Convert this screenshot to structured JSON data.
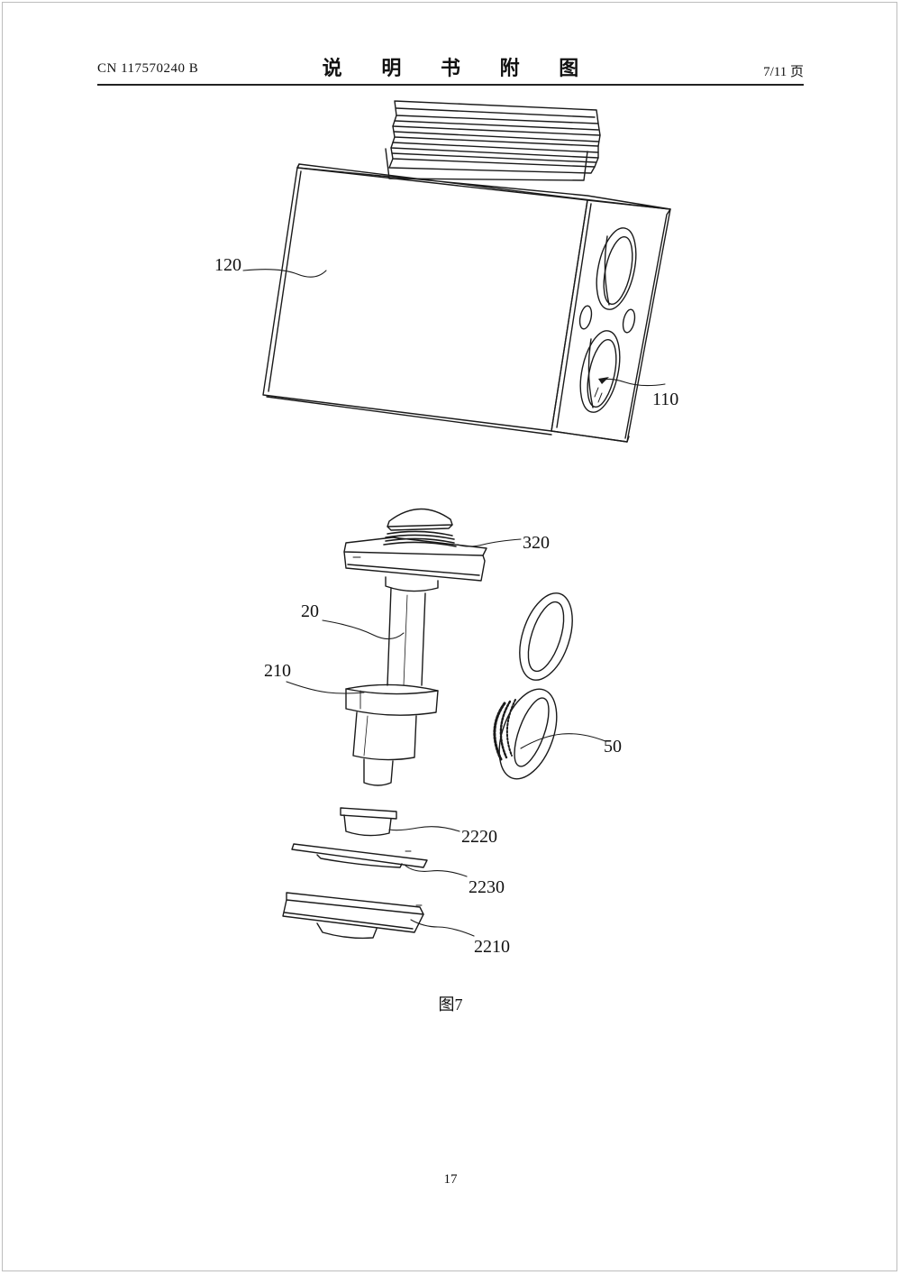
{
  "header": {
    "doc_id": "CN 117570240 B",
    "section_title": "说 明 书 附 图",
    "page_of": "7/11 页"
  },
  "figure": {
    "caption": "图7",
    "labels": {
      "l120": "120",
      "l110": "110",
      "l320": "320",
      "l20": "20",
      "l210": "210",
      "l50": "50",
      "l2220": "2220",
      "l2230": "2230",
      "l2210": "2210"
    }
  },
  "footer": {
    "page_number": "17"
  }
}
